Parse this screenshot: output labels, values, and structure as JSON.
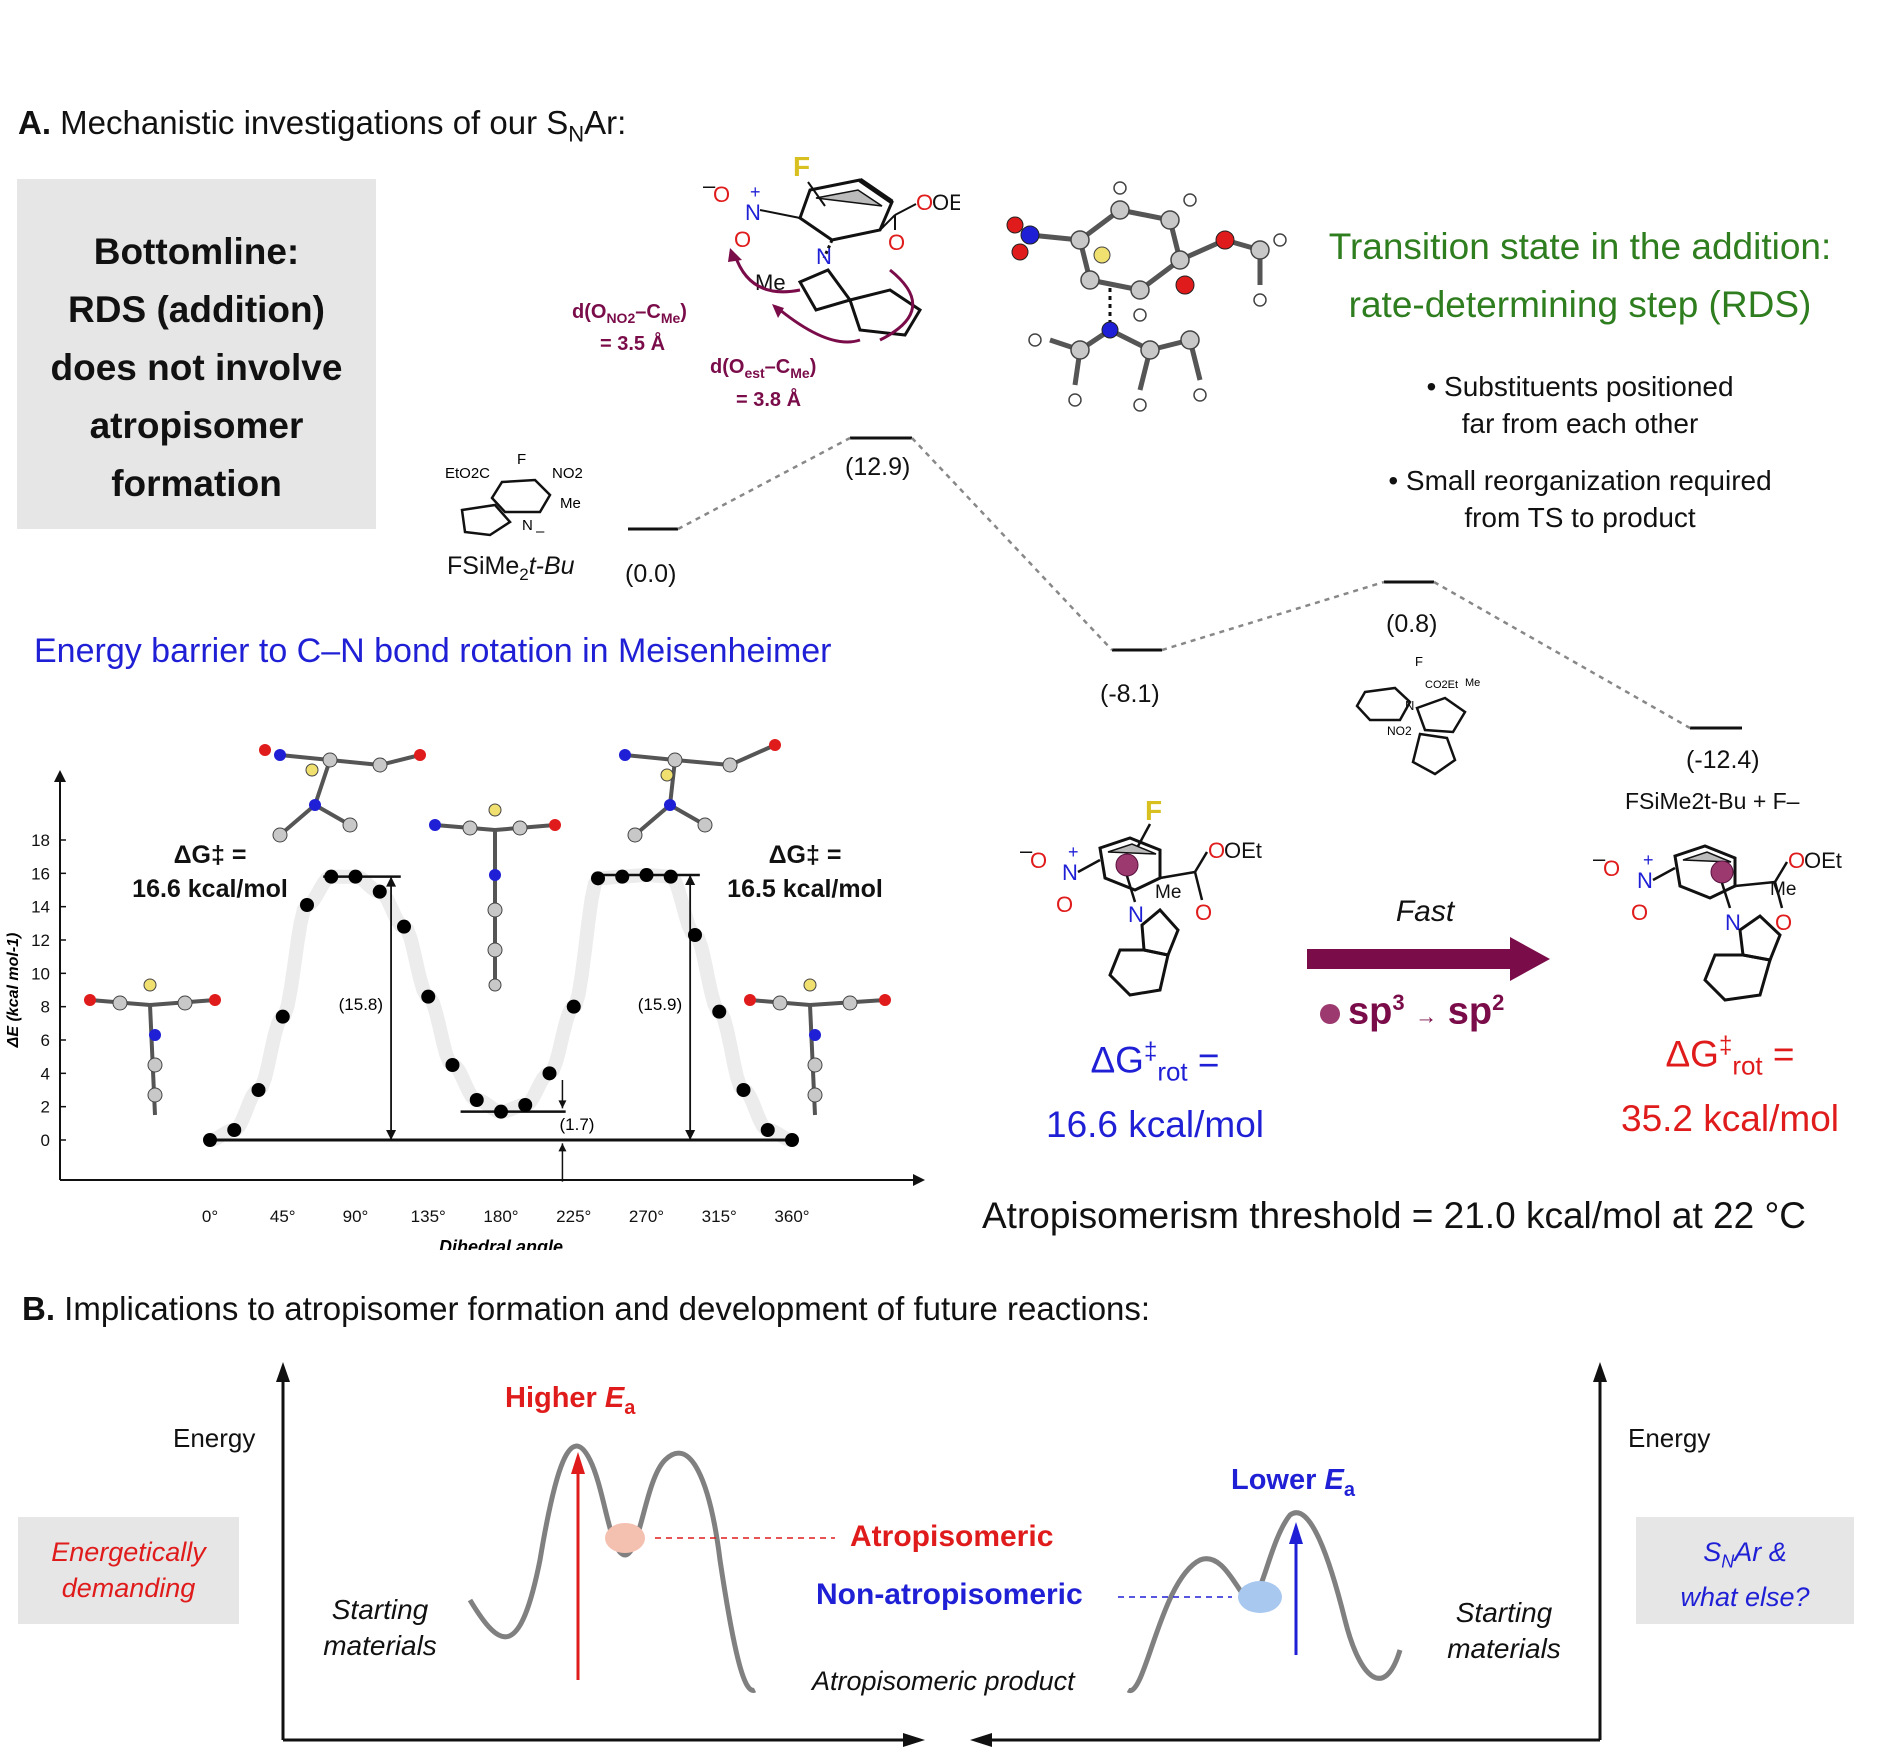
{
  "section_a": {
    "prefix": "A.",
    "title": "Mechanistic investigations of our S",
    "title_sub": "N",
    "title_end": "Ar:"
  },
  "bottomline": [
    "Bottomline:",
    "RDS (addition)",
    "does not involve",
    "atropisomer",
    "formation"
  ],
  "ts_caption": [
    "Transition state in the addition:",
    "rate-determining step (RDS)"
  ],
  "bullets": [
    [
      "• Substituents positioned",
      "far from each other"
    ],
    [
      "• Small reorganization required",
      "from TS to product"
    ]
  ],
  "ts_structure": {
    "fluorine": "F",
    "nitro_charge": "–",
    "nitro_o_top": "O",
    "nitro_plus": "+",
    "nitro_n": "N",
    "nitro_o_bottom": "O",
    "ester": "OEt",
    "ester_o": "O",
    "indole_n": "N",
    "methyl": "Me",
    "d1_label": "d(O",
    "d1_sub1": "NO2",
    "d1_mid": "–C",
    "d1_sub2": "Me",
    "d1_end": ")",
    "d1_value": "= 3.5 Å",
    "d2_label": "d(O",
    "d2_sub1": "est",
    "d2_mid": "–C",
    "d2_sub2": "Me",
    "d2_end": ")",
    "d2_value": "= 3.8 Å"
  },
  "profile": {
    "start_reagent": "FSiMe",
    "start_reagent_sub": "2",
    "start_reagent_end": "t-Bu",
    "start_sm_labels": {
      "ester": "EtO2C",
      "f": "F",
      "nitro": "NO2",
      "n": "N",
      "me": "Me",
      "charge": "–"
    },
    "levels": [
      {
        "label": "(0.0)"
      },
      {
        "label": "(12.9)"
      },
      {
        "label": "(-8.1)"
      },
      {
        "label": "(0.8)"
      },
      {
        "label": "(-12.4)"
      }
    ],
    "ts2_labels": {
      "f": "F",
      "ester": "CO2Et",
      "me": "Me",
      "n": "N",
      "nitro": "NO2"
    },
    "final_products": "FSiMe2t-Bu + F–"
  },
  "rotation": {
    "heading": "Energy barrier to C–N bond rotation in Meisenheimer",
    "dg_left_label": "ΔG‡ =",
    "dg_left_value": "16.6 kcal/mol",
    "dg_right_label": "ΔG‡ =",
    "dg_right_value": "16.5 kcal/mol",
    "barrier_left": "(15.8)",
    "barrier_right": "(15.9)",
    "min_gap": "(1.7)"
  },
  "chart_data": {
    "type": "scatter",
    "title": "",
    "xlabel": "Dihedral angle",
    "ylabel": "ΔE (kcal mol-1)",
    "x_ticks": [
      "0°",
      "45°",
      "90°",
      "135°",
      "180°",
      "225°",
      "270°",
      "315°",
      "360°"
    ],
    "y_ticks": [
      "0",
      "2",
      "4",
      "6",
      "8",
      "10",
      "12",
      "14",
      "16",
      "18"
    ],
    "ylim": [
      0,
      18
    ],
    "xlim": [
      0,
      360
    ],
    "series": [
      {
        "x": [
          0,
          15,
          30,
          45,
          60,
          75,
          90,
          105,
          120,
          135,
          150,
          165,
          180,
          195,
          210,
          225,
          240,
          255,
          270,
          285,
          300,
          315,
          330,
          345,
          360
        ],
        "y": [
          0.0,
          0.6,
          3.0,
          7.4,
          14.1,
          15.8,
          15.8,
          14.9,
          12.8,
          8.6,
          4.5,
          2.4,
          1.7,
          2.1,
          4.0,
          8.0,
          15.7,
          15.8,
          15.9,
          15.8,
          12.3,
          7.7,
          3.0,
          0.6,
          0.0
        ]
      }
    ]
  },
  "meisenheimer_left": {
    "f": "F",
    "minus": "–",
    "o_top": "O",
    "plus": "+",
    "n": "N",
    "o_bot": "O",
    "ester": "OEt",
    "ester_o": "O",
    "indole_n": "N",
    "me": "Me",
    "dg_sym": "ΔG",
    "dg_dagger": "‡",
    "dg_sub": "rot",
    "dg_eq": " =",
    "dg_value": "16.6 kcal/mol"
  },
  "arrow": {
    "top": "Fast",
    "bottom_a": "sp",
    "bottom_a_sup": "3",
    "bottom_b": "sp",
    "bottom_b_sup": "2"
  },
  "meisenheimer_right": {
    "minus": "–",
    "o_top": "O",
    "plus": "+",
    "n": "N",
    "o_bot": "O",
    "ester": "OEt",
    "ester_o": "O",
    "indole_n": "N",
    "me": "Me",
    "dg_sym": "ΔG",
    "dg_dagger": "‡",
    "dg_sub": "rot",
    "dg_eq": " =",
    "dg_value": "35.2 kcal/mol"
  },
  "threshold": "Atropisomerism threshold = 21.0 kcal/mol at 22 °C",
  "section_b": {
    "prefix": "B.",
    "title": "Implications to atropisomer formation and development of future reactions:"
  },
  "implications": {
    "energy_left": "Energy",
    "energy_right": "Energy",
    "left_box": [
      "Energetically",
      "demanding"
    ],
    "right_box_a": "S",
    "right_box_sub": "N",
    "right_box_b": "Ar &",
    "right_box_c": "what else?",
    "higher_ea": "Higher ",
    "higher_ea_e": "E",
    "higher_ea_sub": "a",
    "lower_ea": "Lower ",
    "lower_ea_e": "E",
    "lower_ea_sub": "a",
    "atropisomeric": "Atropisomeric",
    "non_atropisomeric": "Non-atropisomeric",
    "starting_left": [
      "Starting",
      "materials"
    ],
    "starting_right": [
      "Starting",
      "materials"
    ],
    "product": "Atropisomeric product"
  },
  "colors": {
    "green": "#2e7d1e",
    "blue": "#1f1fd6",
    "red": "#e01b1b",
    "maroon": "#7a0c4a",
    "grey_box": "#e6e6e6",
    "nitrogen": "#1f1fd6",
    "oxygen": "#e01b1b",
    "fluorine": "#d8c020"
  }
}
